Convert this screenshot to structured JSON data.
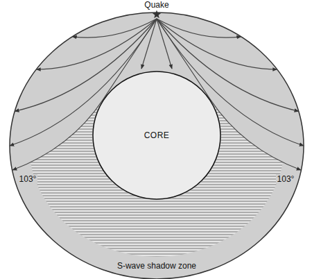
{
  "diagram": {
    "nodes": [
      {
        "text": [
          "CORE"
        ]
      }
    ],
    "labels": [
      "Quake",
      "103°",
      "103°",
      "S-wave shadow zone"
    ]
  }
}
